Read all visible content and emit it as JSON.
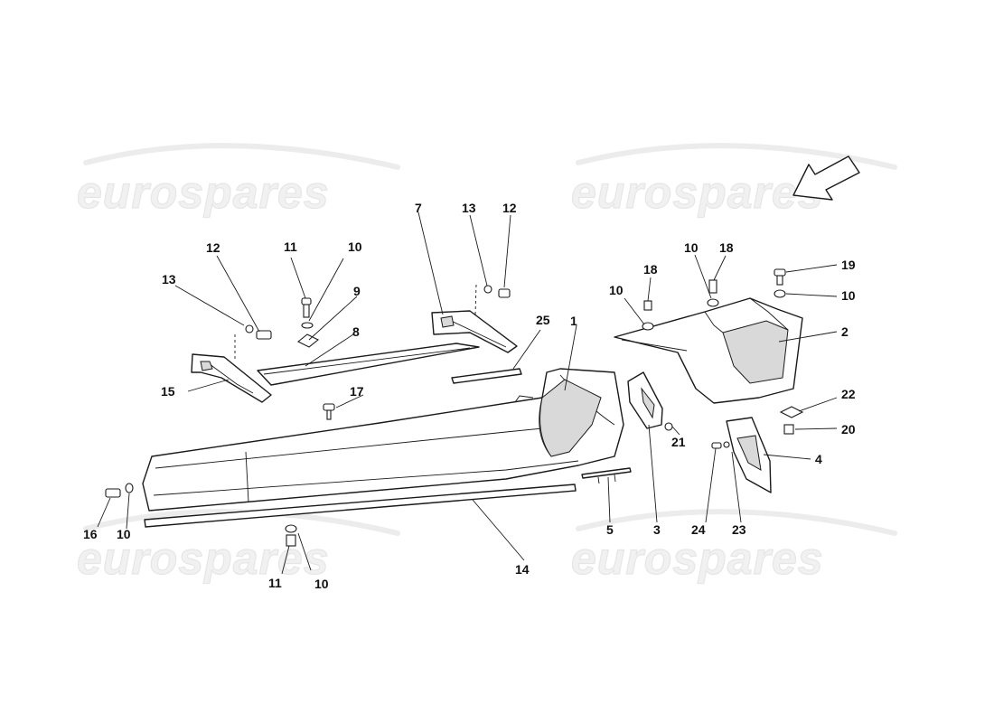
{
  "watermark": {
    "text": "eurospares"
  },
  "labels": [
    {
      "id": "p1",
      "text": "1"
    },
    {
      "id": "p2",
      "text": "2"
    },
    {
      "id": "p3",
      "text": "3"
    },
    {
      "id": "p4",
      "text": "4"
    },
    {
      "id": "p5",
      "text": "5"
    },
    {
      "id": "p7",
      "text": "7"
    },
    {
      "id": "p8",
      "text": "8"
    },
    {
      "id": "p9",
      "text": "9"
    },
    {
      "id": "p10a",
      "text": "10"
    },
    {
      "id": "p10b",
      "text": "10"
    },
    {
      "id": "p10c",
      "text": "10"
    },
    {
      "id": "p10d",
      "text": "10"
    },
    {
      "id": "p10e",
      "text": "10"
    },
    {
      "id": "p10f",
      "text": "10"
    },
    {
      "id": "p11a",
      "text": "11"
    },
    {
      "id": "p11b",
      "text": "11"
    },
    {
      "id": "p12a",
      "text": "12"
    },
    {
      "id": "p12b",
      "text": "12"
    },
    {
      "id": "p13a",
      "text": "13"
    },
    {
      "id": "p13b",
      "text": "13"
    },
    {
      "id": "p14",
      "text": "14"
    },
    {
      "id": "p15",
      "text": "15"
    },
    {
      "id": "p16",
      "text": "16"
    },
    {
      "id": "p17",
      "text": "17"
    },
    {
      "id": "p18a",
      "text": "18"
    },
    {
      "id": "p18b",
      "text": "18"
    },
    {
      "id": "p19",
      "text": "19"
    },
    {
      "id": "p20",
      "text": "20"
    },
    {
      "id": "p21",
      "text": "21"
    },
    {
      "id": "p22",
      "text": "22"
    },
    {
      "id": "p23",
      "text": "23"
    },
    {
      "id": "p24",
      "text": "24"
    },
    {
      "id": "p25",
      "text": "25"
    }
  ],
  "direction_icon": "arrow-down-left-icon"
}
